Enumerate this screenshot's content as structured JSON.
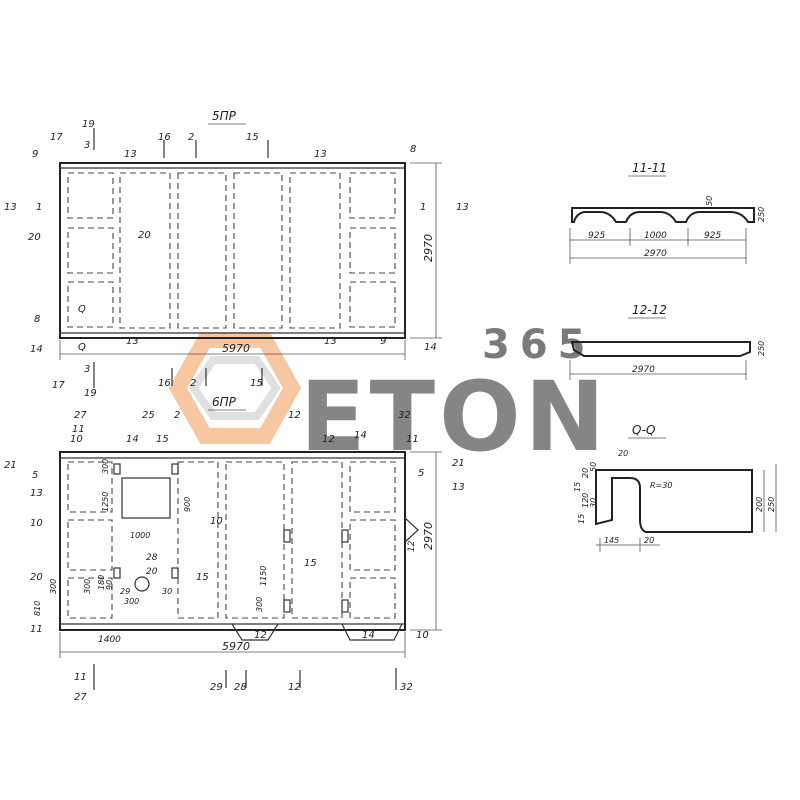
{
  "titles": {
    "top_panel": "5ПР",
    "bottom_panel": "6ПР",
    "section_11": "11-11",
    "section_12": "12-12",
    "section_a": "Q-Q"
  },
  "colors": {
    "line": "#333333",
    "watermark_orange": "#f29a55",
    "watermark_grey": "#c8c8c8"
  },
  "watermark": {
    "number": "365",
    "word": "ETON",
    "logo": "hexagon-logo"
  },
  "top_plan": {
    "marks_top": [
      "19",
      "17",
      "3",
      "16",
      "2",
      "15",
      "9",
      "13",
      "13",
      "8"
    ],
    "marks_left": [
      "13",
      "1",
      "20",
      "8",
      "14"
    ],
    "marks_right": [
      "1",
      "13",
      "14"
    ],
    "marks_inside": [
      "20",
      "Q",
      "Q",
      "13",
      "13",
      "9"
    ],
    "dim_length": "5970",
    "dim_width": "2970",
    "marks_bottom": [
      "17",
      "3",
      "19",
      "16",
      "2",
      "15"
    ]
  },
  "bottom_plan": {
    "marks_top": [
      "27",
      "11",
      "25",
      "2",
      "12",
      "32",
      "10",
      "14",
      "15",
      "12",
      "14",
      "11"
    ],
    "marks_left": [
      "21",
      "5",
      "13",
      "10",
      "20",
      "11"
    ],
    "marks_right": [
      "5",
      "21",
      "13"
    ],
    "marks_inside": [
      "300",
      "1250",
      "900",
      "10",
      "1000",
      "28",
      "20",
      "300",
      "300",
      "15",
      "1150",
      "15",
      "300",
      "12",
      "14",
      "10",
      "1400",
      "12",
      "810",
      "180",
      "90",
      "30",
      "300",
      "29"
    ],
    "dim_length": "5970",
    "dim_width": "2970",
    "marks_bottom": [
      "11",
      "27",
      "29",
      "28",
      "12",
      "32"
    ]
  },
  "section_11": {
    "dims": [
      "925",
      "1000",
      "925",
      "2970",
      "50",
      "250"
    ]
  },
  "section_12": {
    "dims": [
      "2970",
      "250"
    ]
  },
  "section_a": {
    "dims": [
      "20",
      "20",
      "50",
      "15",
      "120",
      "30",
      "15",
      "145",
      "20",
      "200",
      "250",
      "R=30"
    ]
  }
}
